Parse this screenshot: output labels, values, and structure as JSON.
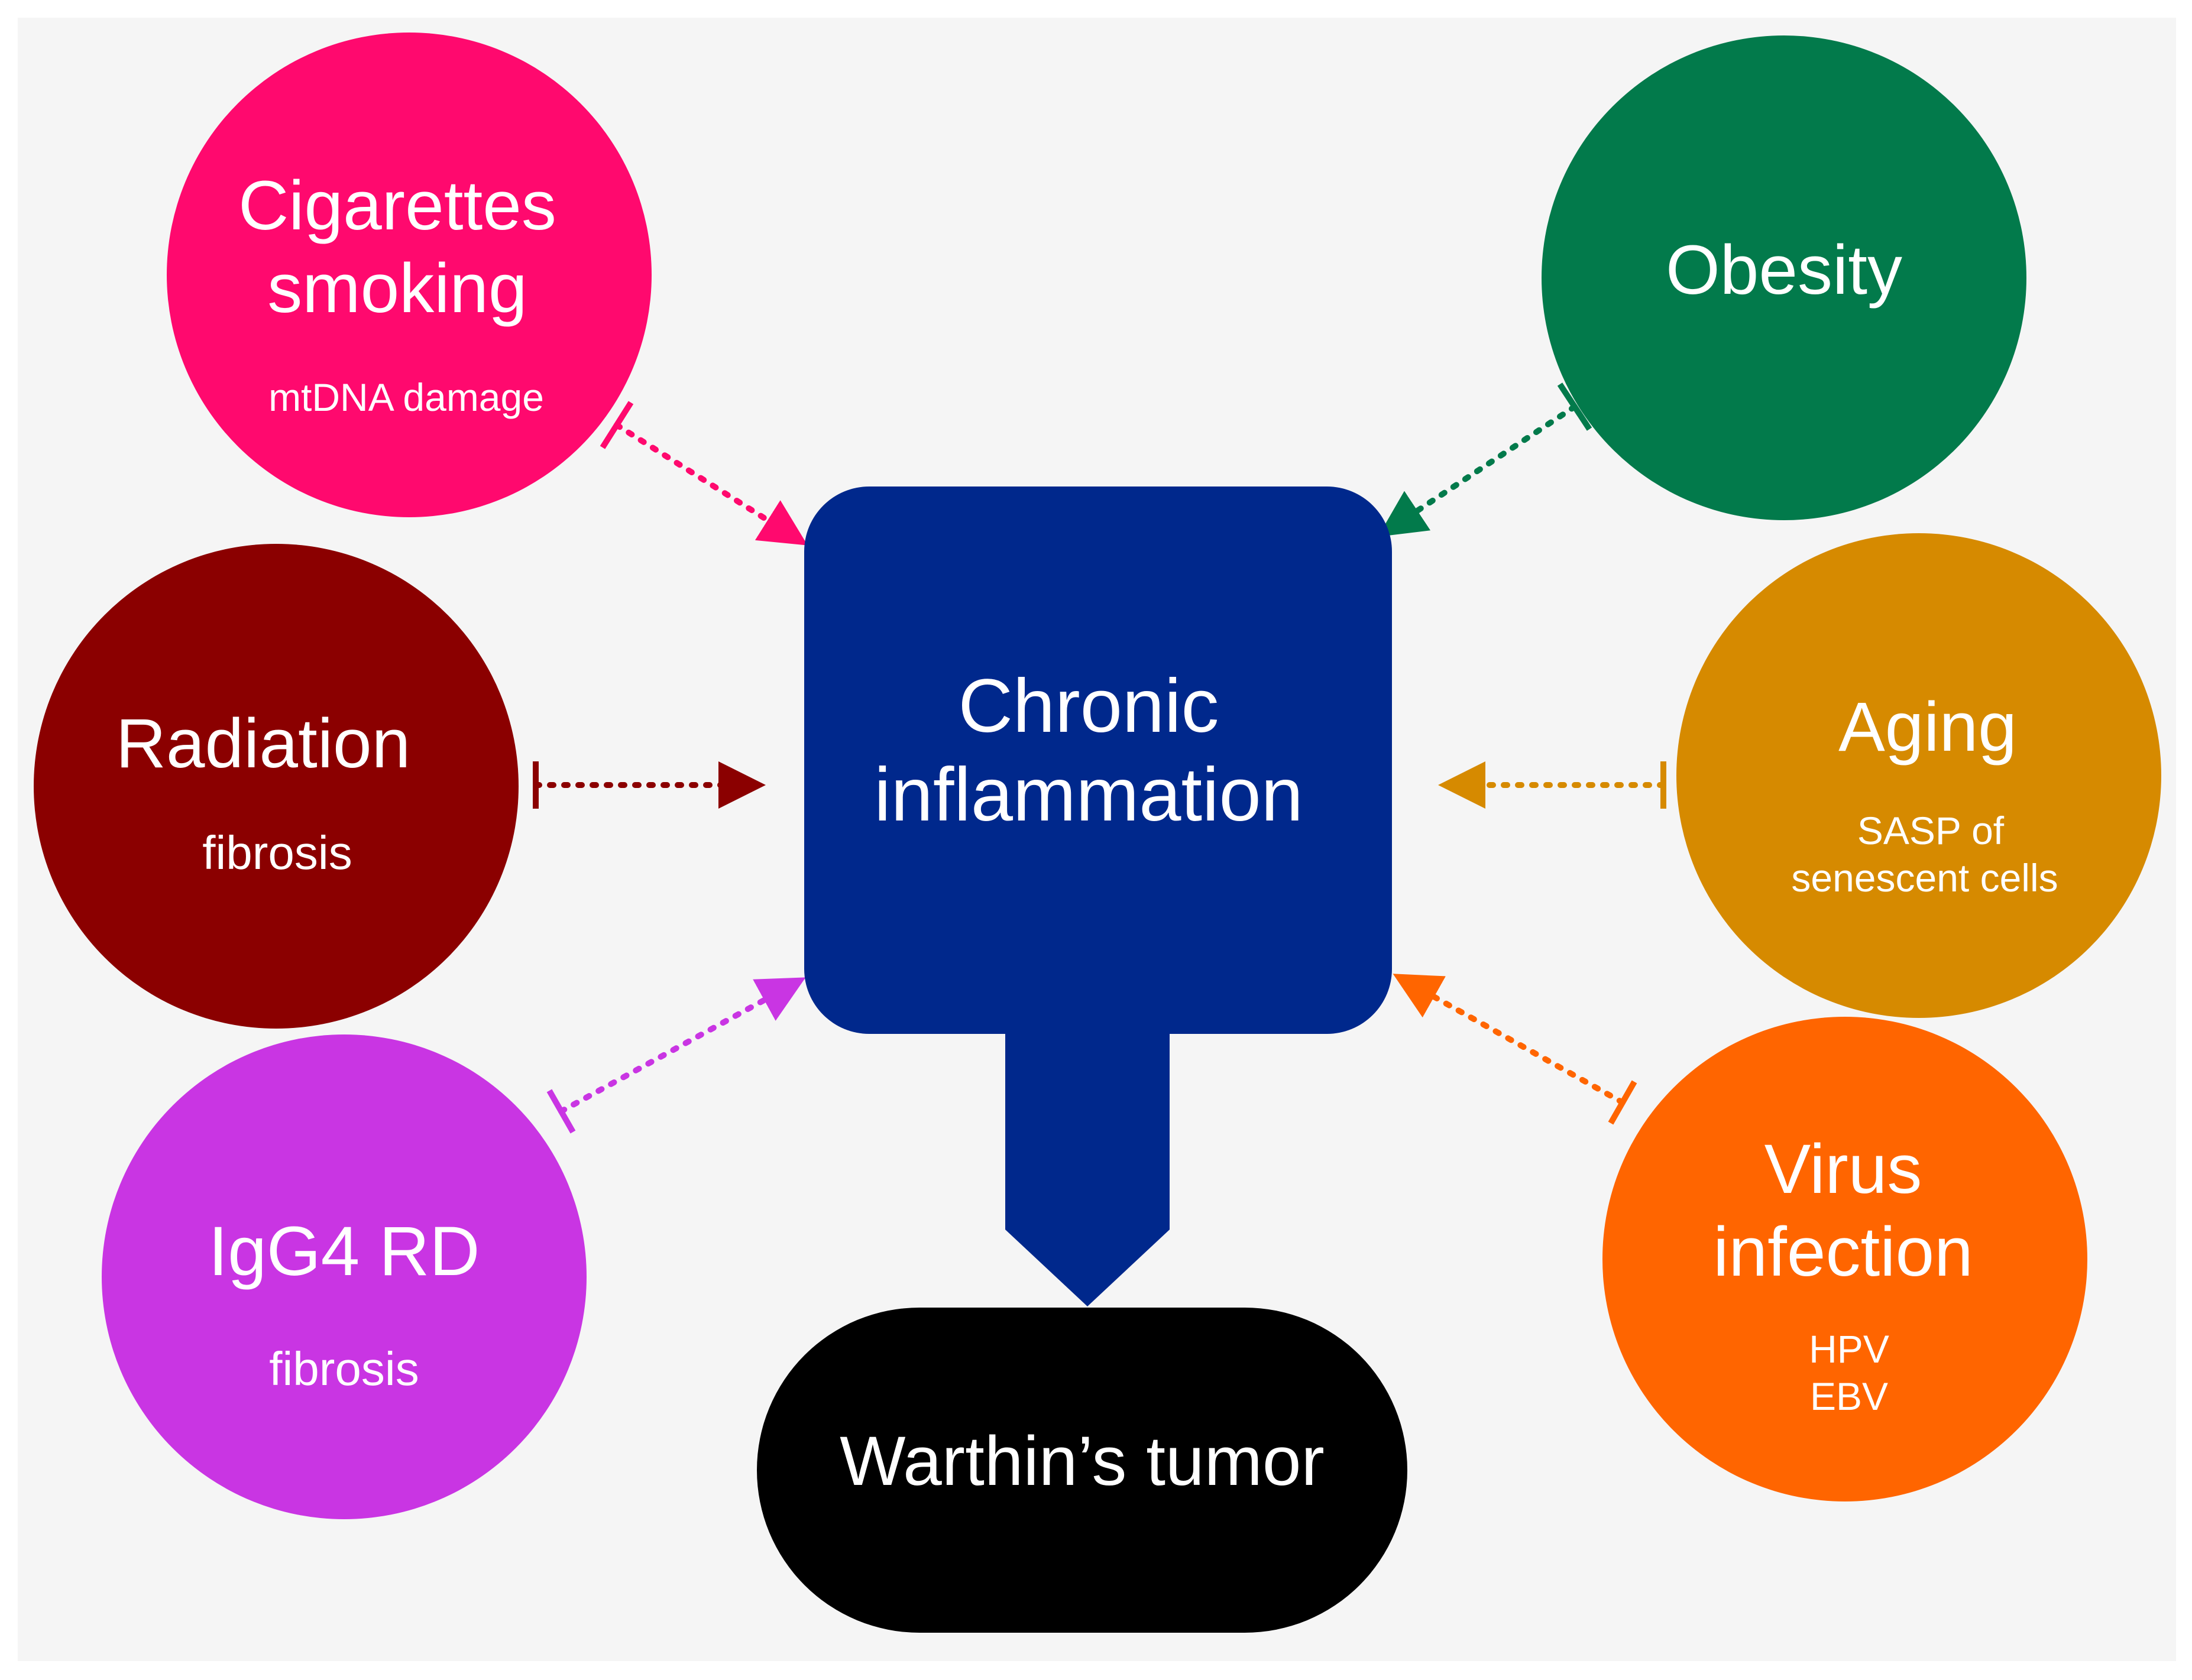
{
  "center": {
    "line1": "Chronic",
    "line2": "inflammation",
    "color": "#00288c"
  },
  "outcome": {
    "label": "Warthin’s tumor",
    "color": "#000000"
  },
  "factors": {
    "cigarettes": {
      "line1": "Cigarettes",
      "line2": "smoking",
      "sub": "mtDNA damage",
      "color": "#ff096e"
    },
    "radiation": {
      "line1": "Radiation",
      "sub": "fibrosis",
      "color": "#8b0000"
    },
    "igg4": {
      "line1": "IgG4 RD",
      "sub": "fibrosis",
      "color": "#c935e3"
    },
    "obesity": {
      "line1": "Obesity",
      "color": "#027a4b"
    },
    "aging": {
      "line1": "Aging",
      "sub1": "SASP of",
      "sub2": "senescent cells",
      "color": "#d68a00"
    },
    "virus": {
      "line1": "Virus",
      "line2": "infection",
      "sub1": "HPV",
      "sub2": "EBV",
      "color": "#ff6500"
    }
  }
}
